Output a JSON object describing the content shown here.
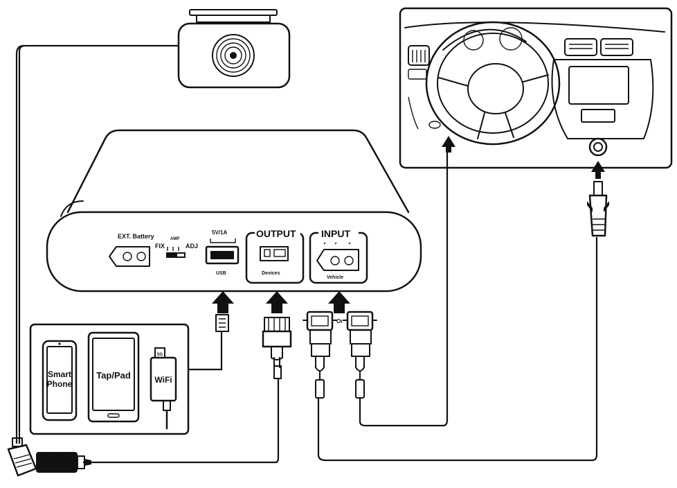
{
  "labels": {
    "ext_battery": "EXT. Battery",
    "fix": "FIX",
    "adj": "ADJ",
    "amp": "AMP",
    "usb_top": "5V/1A",
    "usb_bottom": "USB",
    "output_title": "OUTPUT",
    "output_sub": "Devices",
    "input_title": "INPUT",
    "input_sub": "Vehicle",
    "or": "Or",
    "smart_phone_line1": "Smart",
    "smart_phone_line2": "Phone",
    "tab_pad": "Tap/Pad",
    "wifi": "WiFi",
    "wifi_small": "5G"
  }
}
